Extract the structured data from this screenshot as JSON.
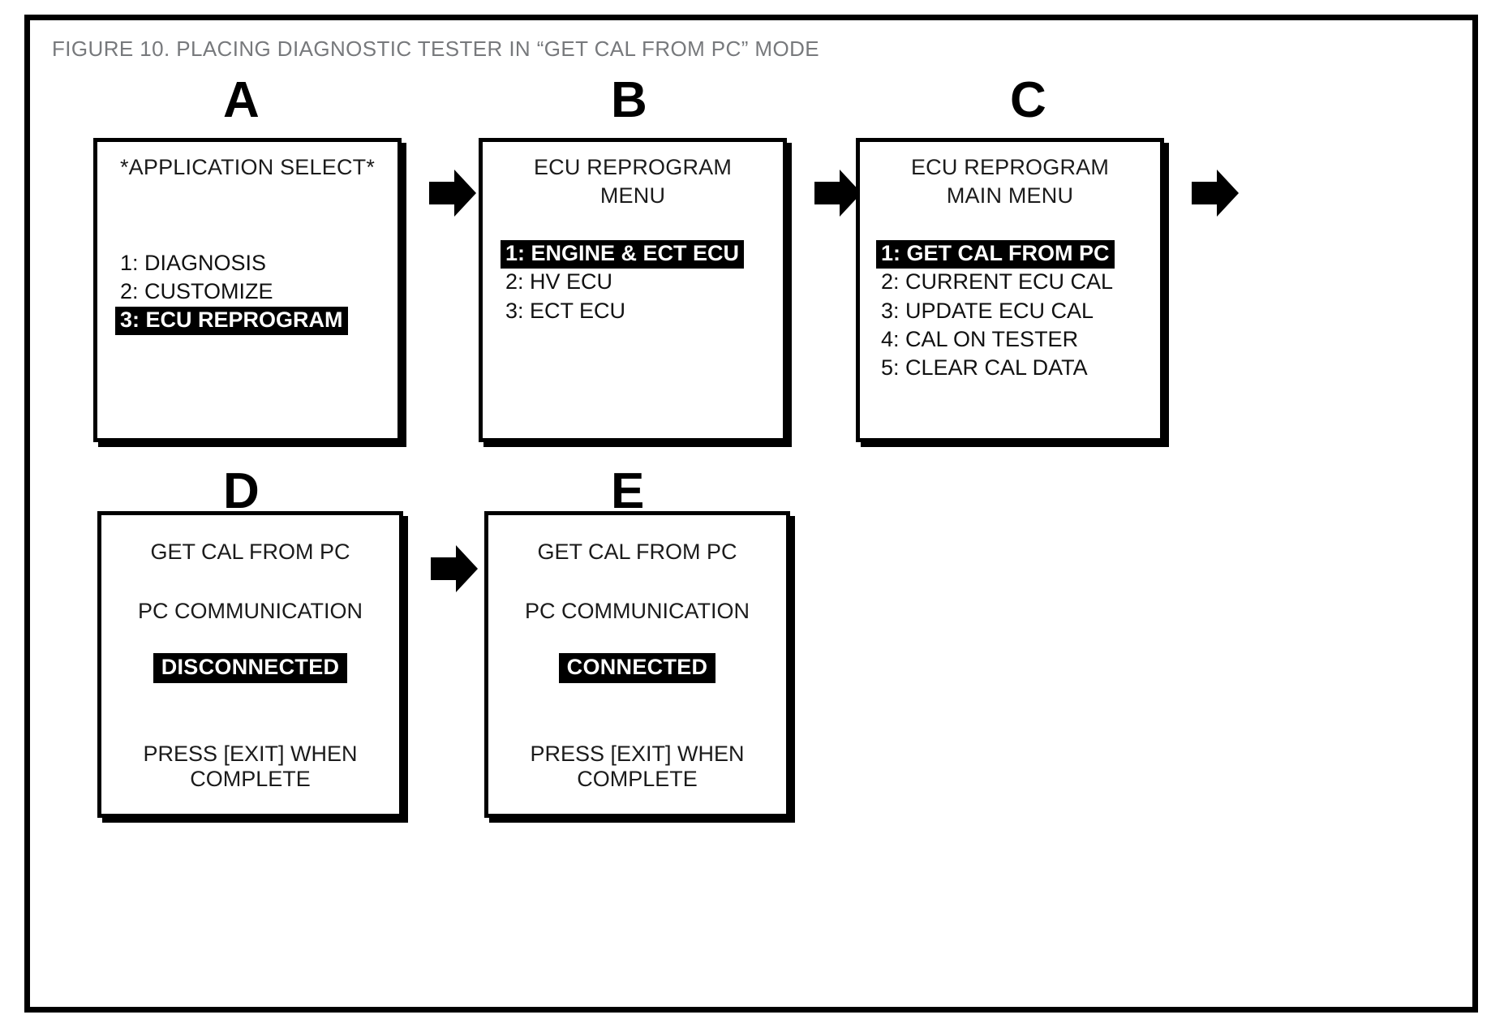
{
  "figure": {
    "title": "FIGURE 10.  PLACING DIAGNOSTIC TESTER IN “GET CAL FROM PC” MODE",
    "title_color": "#77797c",
    "frame_color": "#000000",
    "background": "#ffffff",
    "highlight_bg": "#000000",
    "highlight_fg": "#ffffff"
  },
  "panels": [
    {
      "letter": "A",
      "title_lines": [
        "*APPLICATION SELECT*"
      ],
      "items": [
        {
          "label": "1:  DIAGNOSIS",
          "highlighted": false
        },
        {
          "label": "2:  CUSTOMIZE",
          "highlighted": false
        },
        {
          "label": "3:  ECU REPROGRAM",
          "highlighted": true
        }
      ]
    },
    {
      "letter": "B",
      "title_lines": [
        "ECU REPROGRAM",
        "MENU"
      ],
      "items": [
        {
          "label": "1:  ENGINE & ECT ECU",
          "highlighted": true
        },
        {
          "label": "2:  HV ECU",
          "highlighted": false
        },
        {
          "label": "3:  ECT ECU",
          "highlighted": false
        }
      ]
    },
    {
      "letter": "C",
      "title_lines": [
        "ECU REPROGRAM",
        "MAIN MENU"
      ],
      "items": [
        {
          "label": "1:  GET CAL FROM PC",
          "highlighted": true
        },
        {
          "label": "2:  CURRENT ECU CAL",
          "highlighted": false
        },
        {
          "label": "3:  UPDATE ECU CAL",
          "highlighted": false
        },
        {
          "label": "4:  CAL ON TESTER",
          "highlighted": false
        },
        {
          "label": "5:  CLEAR CAL DATA",
          "highlighted": false
        }
      ]
    },
    {
      "letter": "D",
      "line1": "GET CAL FROM PC",
      "line2": "PC COMMUNICATION",
      "status": "DISCONNECTED",
      "footer_line1": "PRESS [EXIT] WHEN",
      "footer_line2": "COMPLETE"
    },
    {
      "letter": "E",
      "line1": "GET CAL FROM PC",
      "line2": "PC COMMUNICATION",
      "status": "CONNECTED",
      "footer_line1": "PRESS [EXIT] WHEN",
      "footer_line2": "COMPLETE"
    }
  ],
  "arrows": [
    {
      "name": "arrow-a-to-b"
    },
    {
      "name": "arrow-b-to-c"
    },
    {
      "name": "arrow-c-to-d"
    },
    {
      "name": "arrow-d-to-e"
    }
  ]
}
